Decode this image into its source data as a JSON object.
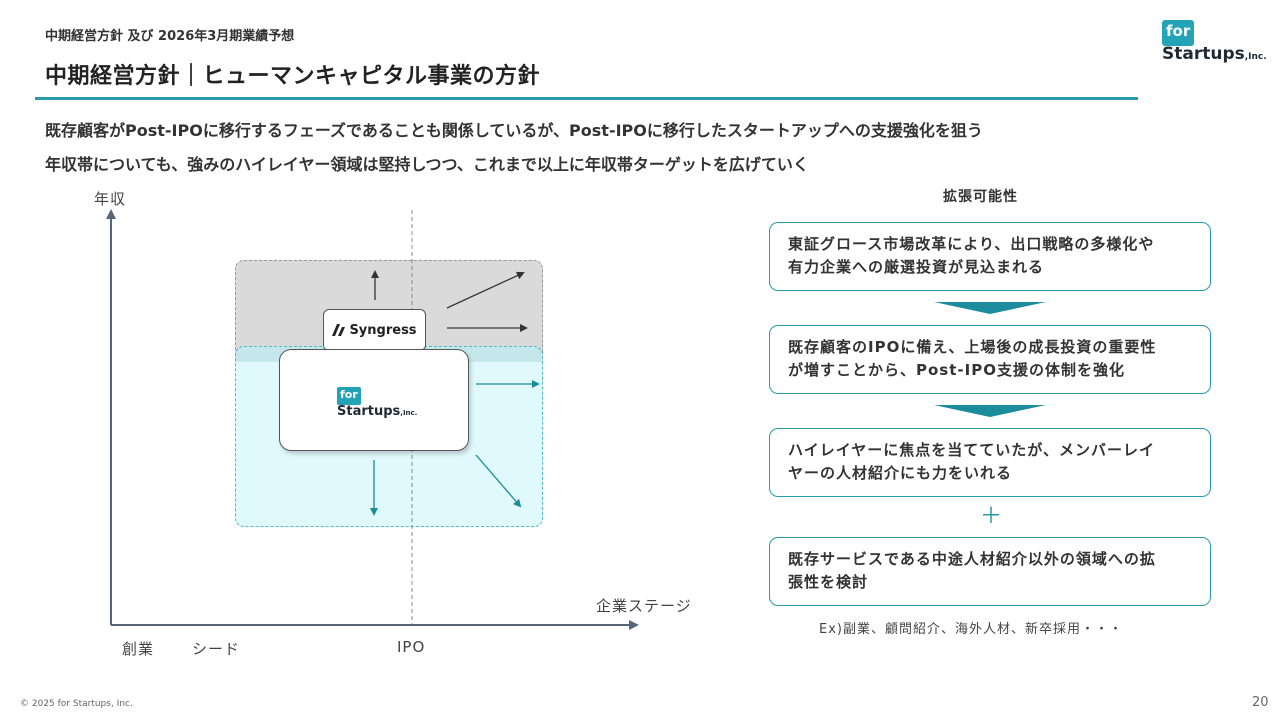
{
  "header": {
    "breadcrumb": "中期経営方針 及び 2026年3月期業績予想",
    "title": "中期経営方針｜ヒューマンキャピタル事業の方針"
  },
  "logo": {
    "for_label": "for",
    "name": "Startups",
    "suffix": ",Inc."
  },
  "lead": {
    "line1": "既存顧客がPost-IPOに移行するフェーズであることも関係しているが、Post-IPOに移行したスタートアップへの支援強化を狙う",
    "line2": "年収帯についても、強みのハイレイヤー領域は堅持しつつ、これまで以上に年収帯ターゲットを広げていく"
  },
  "diagram": {
    "y_axis_label": "年収",
    "x_axis_label": "企業ステージ",
    "stages": [
      "創業",
      "シード",
      "IPO"
    ],
    "syngress_label": "Syngress",
    "forstartups": {
      "for_label": "for",
      "name": "Startups",
      "suffix": ",Inc."
    }
  },
  "panel": {
    "heading": "拡張可能性",
    "cards": [
      {
        "line1": "東証グロース市場改革により、出口戦略の多様化や",
        "line2": "有力企業への厳選投資が見込まれる"
      },
      {
        "line1": "既存顧客のIPOに備え、上場後の成長投資の重要性",
        "line2": "が増すことから、Post-IPO支援の体制を強化"
      },
      {
        "line1": "ハイレイヤーに焦点を当てていたが、メンバーレイ",
        "line2": "ヤーの人材紹介にも力をいれる"
      },
      {
        "line1": "既存サービスである中途人材紹介以外の領域への拡",
        "line2": "張性を検討"
      }
    ],
    "plus": "＋",
    "examples": "Ex)副業、顧問紹介、海外人材、新卒採用・・・"
  },
  "colors": {
    "accent": "#2a9aab",
    "arrow_dark": "#1b8c9c",
    "gray_region": "#dadada",
    "cyan_region": "#dff9fc"
  },
  "footer": {
    "copyright": "© 2025 for Startups, Inc.",
    "page_number": "20"
  }
}
